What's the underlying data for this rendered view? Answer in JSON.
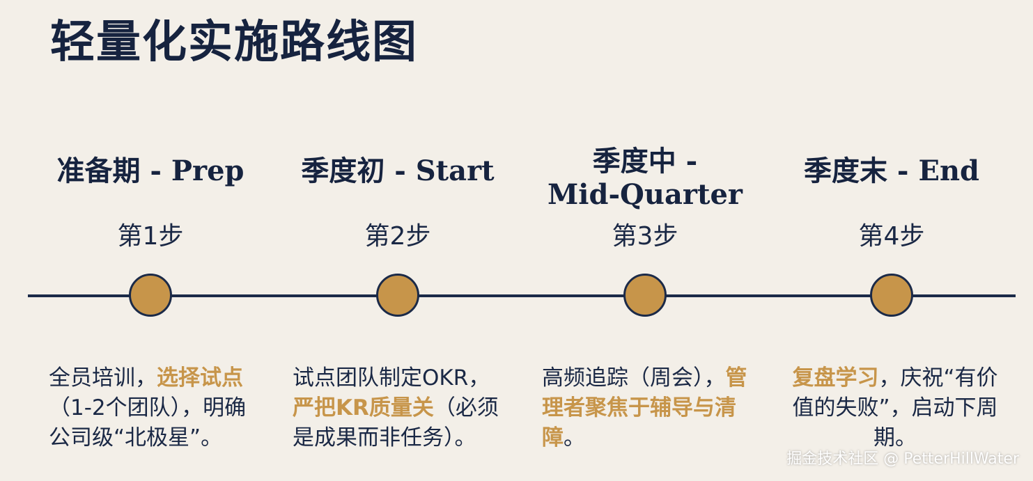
{
  "title": "轻量化实施路线图",
  "phases": [
    {
      "name": "准备期 - Prep",
      "step": "第1步",
      "desc_parts": [
        {
          "text": "全员培训，",
          "highlight": false
        },
        {
          "text": "选择试点",
          "highlight": true
        },
        {
          "text": "（1-2个团队），明确公司级“北极星”。",
          "highlight": false
        }
      ]
    },
    {
      "name": "季度初 - Start",
      "step": "第2步",
      "desc_parts": [
        {
          "text": "试点团队制定OKR，",
          "highlight": false
        },
        {
          "text": "严把KR质量关",
          "highlight": true
        },
        {
          "text": "（必须是成果而非任务）。",
          "highlight": false
        }
      ]
    },
    {
      "name_line1": "季度中 -",
      "name_line2": "Mid-Quarter",
      "step": "第3步",
      "desc_parts": [
        {
          "text": "高频追踪（周会），",
          "highlight": false
        },
        {
          "text": "管理者聚焦于辅导与清障",
          "highlight": true
        },
        {
          "text": "。",
          "highlight": false
        }
      ]
    },
    {
      "name": "季度末 - End",
      "step": "第4步",
      "desc_parts": [
        {
          "text": "复盘学习",
          "highlight": true
        },
        {
          "text": "，庆祝“有价值的失败”，启动下周期。",
          "highlight": false
        }
      ]
    }
  ],
  "watermark": "掘金技术社区 @ PetterHillWater",
  "colors": {
    "background": "#f3efe8",
    "navy": "#16233f",
    "accent": "#c7954a"
  }
}
